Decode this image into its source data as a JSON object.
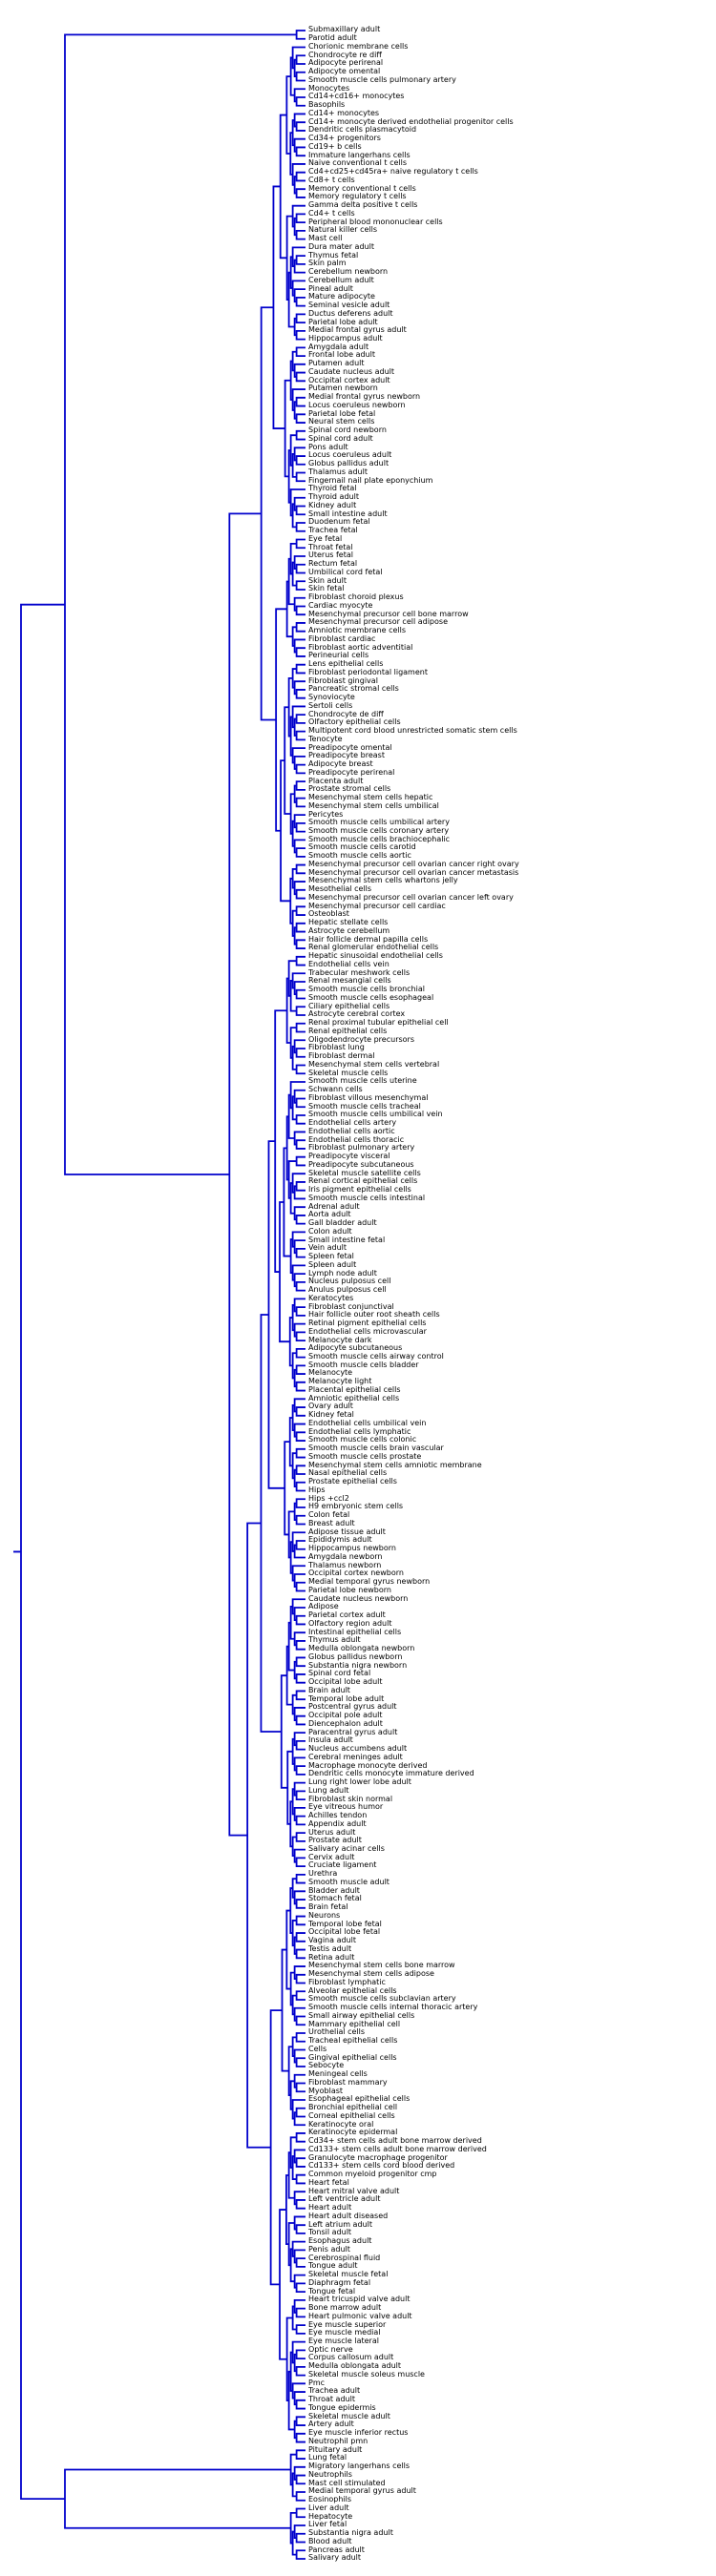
{
  "diagram": {
    "type": "dendrogram",
    "orientation": "left",
    "line_color": "#0000cc",
    "background": "#ffffff",
    "leaves": [
      "Submaxillary adult",
      "Parotid adult",
      "Chorionic membrane cells",
      "Chondrocyte re diff",
      "Adipocyte perirenal",
      "Adipocyte omental",
      "Smooth muscle cells pulmonary artery",
      "Monocytes",
      "Cd14+cd16+ monocytes",
      "Basophils",
      "Cd14+ monocytes",
      "Cd14+ monocyte derived endothelial progenitor cells",
      "Dendritic cells plasmacytoid",
      "Cd34+ progenitors",
      "Cd19+ b cells",
      "Immature langerhans cells",
      "Naive conventional t cells",
      "Cd4+cd25+cd45ra+ naive regulatory t cells",
      "Cd8+ t cells",
      "Memory conventional t cells",
      "Memory regulatory t cells",
      "Gamma delta positive t cells",
      "Cd4+ t cells",
      "Peripheral blood mononuclear cells",
      "Natural killer cells",
      "Mast cell",
      "Dura mater adult",
      "Thymus fetal",
      "Skin palm",
      "Cerebellum newborn",
      "Cerebellum adult",
      "Pineal adult",
      "Mature adipocyte",
      "Seminal vesicle adult",
      "Ductus deferens adult",
      "Parietal lobe adult",
      "Medial frontal gyrus adult",
      "Hippocampus adult",
      "Amygdala adult",
      "Frontal lobe adult",
      "Putamen adult",
      "Caudate nucleus adult",
      "Occipital cortex adult",
      "Putamen newborn",
      "Medial frontal gyrus newborn",
      "Locus coeruleus newborn",
      "Parietal lobe fetal",
      "Neural stem cells",
      "Spinal cord newborn",
      "Spinal cord adult",
      "Pons adult",
      "Locus coeruleus adult",
      "Globus pallidus adult",
      "Thalamus adult",
      "Fingernail nail plate eponychium",
      "Thyroid fetal",
      "Thyroid adult",
      "Kidney adult",
      "Small intestine adult",
      "Duodenum fetal",
      "Trachea fetal",
      "Eye fetal",
      "Throat fetal",
      "Uterus fetal",
      "Rectum fetal",
      "Umbilical cord fetal",
      "Skin adult",
      "Skin fetal",
      "Fibroblast choroid plexus",
      "Cardiac myocyte",
      "Mesenchymal precursor cell bone marrow",
      "Mesenchymal precursor cell adipose",
      "Amniotic membrane cells",
      "Fibroblast cardiac",
      "Fibroblast aortic adventitial",
      "Perineurial cells",
      "Lens epithelial cells",
      "Fibroblast periodontal ligament",
      "Fibroblast gingival",
      "Pancreatic stromal cells",
      "Synoviocyte",
      "Sertoli cells",
      "Chondrocyte de diff",
      "Olfactory epithelial cells",
      "Multipotent cord blood unrestricted somatic stem cells",
      "Tenocyte",
      "Preadipocyte omental",
      "Preadipocyte breast",
      "Adipocyte breast",
      "Preadipocyte perirenal",
      "Placenta adult",
      "Prostate stromal cells",
      "Mesenchymal stem cells hepatic",
      "Mesenchymal stem cells umbilical",
      "Pericytes",
      "Smooth muscle cells umbilical artery",
      "Smooth muscle cells coronary artery",
      "Smooth muscle cells brachiocephalic",
      "Smooth muscle cells carotid",
      "Smooth muscle cells aortic",
      "Mesenchymal precursor cell ovarian cancer right ovary",
      "Mesenchymal precursor cell ovarian cancer metastasis",
      "Mesenchymal stem cells whartons jelly",
      "Mesothelial cells",
      "Mesenchymal precursor cell ovarian cancer left ovary",
      "Mesenchymal precursor cell cardiac",
      "Osteoblast",
      "Hepatic stellate cells",
      "Astrocyte cerebellum",
      "Hair follicle dermal papilla cells",
      "Renal glomerular endothelial cells",
      "Hepatic sinusoidal endothelial cells",
      "Endothelial cells vein",
      "Trabecular meshwork cells",
      "Renal mesangial cells",
      "Smooth muscle cells bronchial",
      "Smooth muscle cells esophageal",
      "Ciliary epithelial cells",
      "Astrocyte cerebral cortex",
      "Renal proximal tubular epithelial cell",
      "Renal epithelial cells",
      "Oligodendrocyte precursors",
      "Fibroblast lung",
      "Fibroblast dermal",
      "Mesenchymal stem cells vertebral",
      "Skeletal muscle cells",
      "Smooth muscle cells uterine",
      "Schwann cells",
      "Fibroblast villous mesenchymal",
      "Smooth muscle cells tracheal",
      "Smooth muscle cells umbilical vein",
      "Endothelial cells artery",
      "Endothelial cells aortic",
      "Endothelial cells thoracic",
      "Fibroblast pulmonary artery",
      "Preadipocyte visceral",
      "Preadipocyte subcutaneous",
      "Skeletal muscle satellite cells",
      "Renal cortical epithelial cells",
      "Iris pigment epithelial cells",
      "Smooth muscle cells intestinal",
      "Adrenal adult",
      "Aorta adult",
      "Gall bladder adult",
      "Colon adult",
      "Small intestine fetal",
      "Vein adult",
      "Spleen fetal",
      "Spleen adult",
      "Lymph node adult",
      "Nucleus pulposus cell",
      "Anulus pulposus cell",
      "Keratocytes",
      "Fibroblast conjunctival",
      "Hair follicle outer root sheath cells",
      "Retinal pigment epithelial cells",
      "Endothelial cells microvascular",
      "Melanocyte dark",
      "Adipocyte subcutaneous",
      "Smooth muscle cells airway control",
      "Smooth muscle cells bladder",
      "Melanocyte",
      "Melanocyte light",
      "Placental epithelial cells",
      "Amniotic epithelial cells",
      "Ovary adult",
      "Kidney fetal",
      "Endothelial cells umbilical vein",
      "Endothelial cells lymphatic",
      "Smooth muscle cells colonic",
      "Smooth muscle cells brain vascular",
      "Smooth muscle cells prostate",
      "Mesenchymal stem cells amniotic membrane",
      "Nasal epithelial cells",
      "Prostate epithelial cells",
      "Hips",
      "Hips +ccl2",
      "H9 embryonic stem cells",
      "Colon fetal",
      "Breast adult",
      "Adipose tissue adult",
      "Epididymis adult",
      "Hippocampus newborn",
      "Amygdala newborn",
      "Thalamus newborn",
      "Occipital cortex newborn",
      "Medial temporal gyrus newborn",
      "Parietal lobe newborn",
      "Caudate nucleus newborn",
      "Adipose",
      "Parietal cortex adult",
      "Olfactory region adult",
      "Intestinal epithelial cells",
      "Thymus adult",
      "Medulla oblongata newborn",
      "Globus pallidus newborn",
      "Substantia nigra newborn",
      "Spinal cord fetal",
      "Occipital lobe adult",
      "Brain adult",
      "Temporal lobe adult",
      "Postcentral gyrus adult",
      "Occipital pole adult",
      "Diencephalon adult",
      "Paracentral gyrus adult",
      "Insula adult",
      "Nucleus accumbens adult",
      "Cerebral meninges adult",
      "Macrophage monocyte derived",
      "Dendritic cells monocyte immature derived",
      "Lung right lower lobe adult",
      "Lung adult",
      "Fibroblast skin normal",
      "Eye vitreous humor",
      "Achilles tendon",
      "Appendix adult",
      "Uterus adult",
      "Prostate adult",
      "Salivary acinar cells",
      "Cervix adult",
      "Cruciate ligament",
      "Urethra",
      "Smooth muscle adult",
      "Bladder adult",
      "Stomach fetal",
      "Brain fetal",
      "Neurons",
      "Temporal lobe fetal",
      "Occipital lobe fetal",
      "Vagina adult",
      "Testis adult",
      "Retina adult",
      "Mesenchymal stem cells bone marrow",
      "Mesenchymal stem cells adipose",
      "Fibroblast lymphatic",
      "Alveolar epithelial cells",
      "Smooth muscle cells subclavian artery",
      "Smooth muscle cells internal thoracic artery",
      "Small airway epithelial cells",
      "Mammary epithelial cell",
      "Urothelial cells",
      "Tracheal epithelial cells",
      "Cells",
      "Gingival epithelial cells",
      "Sebocyte",
      "Meningeal cells",
      "Fibroblast mammary",
      "Myoblast",
      "Esophageal epithelial cells",
      "Bronchial epithelial cell",
      "Corneal epithelial cells",
      "Keratinocyte oral",
      "Keratinocyte epidermal",
      "Cd34+ stem cells adult bone marrow derived",
      "Cd133+ stem cells adult bone marrow derived",
      "Granulocyte macrophage progenitor",
      "Cd133+ stem cells cord blood derived",
      "Common myeloid progenitor cmp",
      "Heart fetal",
      "Heart mitral valve adult",
      "Left ventricle adult",
      "Heart adult",
      "Heart adult diseased",
      "Left atrium adult",
      "Tonsil adult",
      "Esophagus adult",
      "Penis adult",
      "Cerebrospinal fluid",
      "Tongue adult",
      "Skeletal muscle fetal",
      "Diaphragm fetal",
      "Tongue fetal",
      "Heart tricuspid valve adult",
      "Bone marrow adult",
      "Heart pulmonic valve adult",
      "Eye muscle superior",
      "Eye muscle medial",
      "Eye muscle lateral",
      "Optic nerve",
      "Corpus callosum adult",
      "Medulla oblongata adult",
      "Skeletal muscle soleus muscle",
      "Pmc",
      "Trachea adult",
      "Throat adult",
      "Tongue epidermis",
      "Skeletal muscle adult",
      "Artery adult",
      "Eye muscle inferior rectus",
      "Neutrophil pmn",
      "Pituitary adult",
      "Lung fetal",
      "Migratory langerhans cells",
      "Neutrophils",
      "Mast cell stimulated",
      "Medial temporal gyrus adult",
      "Eosinophils",
      "Liver adult",
      "Hepatocyte",
      "Liver fetal",
      "Substantia nigra adult",
      "Blood adult",
      "Pancreas adult",
      "Salivary adult"
    ]
  }
}
